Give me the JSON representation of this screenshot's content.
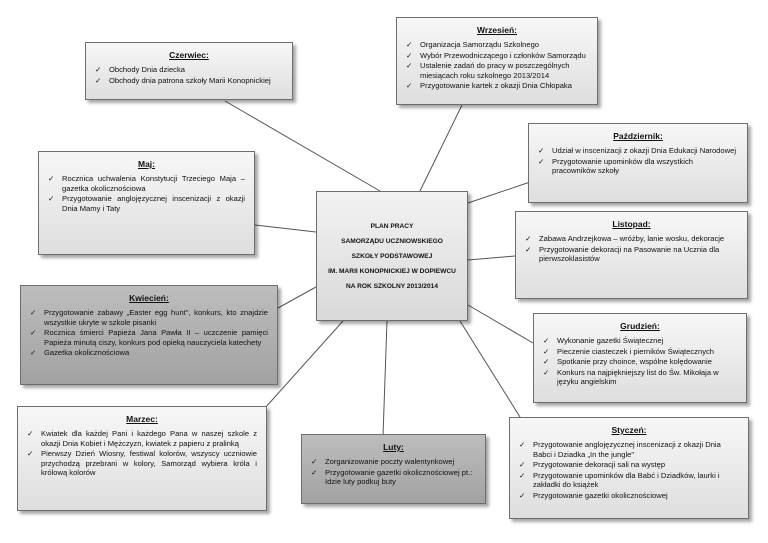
{
  "center": {
    "lines": [
      "PLAN PRACY",
      "SAMORZĄDU UCZNIOWSKIEGO",
      "SZKOŁY PODSTAWOWEJ",
      "IM. MARII KONOPNICKIEJ W DOPIEWCU",
      "NA ROK SZKOLNY 2013/2014"
    ]
  },
  "bullet_glyph": "✓",
  "months": {
    "czerwiec": {
      "title": "Czerwiec:",
      "items": [
        "Obchody Dnia dziecka",
        "Obchody dnia patrona szkoły Marii Konopnickiej"
      ]
    },
    "wrzesien": {
      "title": "Wrzesień:",
      "items": [
        "Organizacja Samorządu Szkolnego",
        "Wybór Przewodniczącego i członków Samorządu",
        "Ustalenie zadań do pracy w poszczególnych miesiącach roku szkolnego 2013/2014",
        "Przygotowanie kartek z okazji Dnia Chłopaka"
      ]
    },
    "pazdziernik": {
      "title": "Październik:",
      "items": [
        "Udział w inscenizacji z okazji Dnia Edukacji Narodowej",
        "Przygotowanie upominków dla wszystkich pracowników szkoły"
      ]
    },
    "maj": {
      "title": "Maj:",
      "items": [
        "Rocznica uchwalenia Konstytucji Trzeciego Maja – gazetka okolicznościowa",
        "Przygotowanie anglojęzycznej inscenizacji z okazji Dnia Mamy i Taty"
      ]
    },
    "listopad": {
      "title": "Listopad:",
      "items": [
        "Zabawa Andrzejkowa – wróżby, lanie wosku, dekoracje",
        "Przygotowanie dekoracji na Pasowanie na Ucznia dla pierwszoklasistów"
      ]
    },
    "kwiecien": {
      "title": "Kwiecień:",
      "items": [
        "Przygotowanie zabawy „Easter egg hunt\", konkurs, kto znajdzie wszystkie ukryte w szkole pisanki",
        "Rocznica śmierci Papieża Jana Pawła II – uczczenie pamięci Papieża minutą ciszy, konkurs pod opieką nauczyciela katechety",
        "Gazetka okolicznościowa"
      ]
    },
    "grudzien": {
      "title": "Grudzień:",
      "items": [
        "Wykonanie gazetki Świątecznej",
        "Pieczenie ciasteczek i pierników Świątecznych",
        "Spotkanie przy choince, wspólne kolędowanie",
        "Konkurs na najpiękniejszy list do Św. Mikołaja w języku angielskim"
      ]
    },
    "marzec": {
      "title": "Marzec:",
      "items": [
        "Kwiatek dla każdej Pani i każdego Pana w naszej szkole z okazji Dnia Kobiet i Mężczyzn, kwiatek z papieru z pralinką",
        "Pierwszy Dzień Wiosny, festiwal kolorów, wszyscy uczniowie przychodzą przebrani w kolory, Samorząd wybiera króla i królową kolorów"
      ]
    },
    "luty": {
      "title": "Luty:",
      "items": [
        "Zorganizowanie poczty walentynkowej",
        "Przygotowanie gazetki okolicznościowej pt.: Idzie luty podkuj buty"
      ]
    },
    "styczen": {
      "title": "Styczeń:",
      "items": [
        "Przygotowanie anglojęzycznej inscenizacji z okazji Dnia Babci i Dziadka „In the jungle\"",
        "Przygotowanie dekoracji sali na występ",
        "Przygotowanie upominków dla Babć i Dziadków, laurki i zakładki do książek",
        "Przygotowanie gazetki okolicznościowej"
      ]
    }
  }
}
